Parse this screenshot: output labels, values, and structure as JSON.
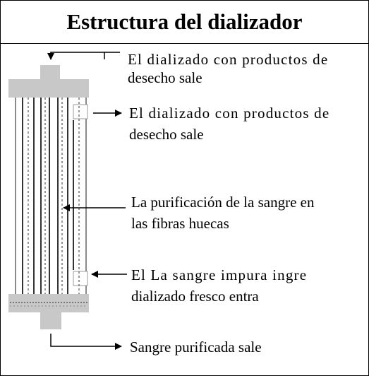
{
  "title": "Estructura del dializador",
  "labels": {
    "outlet_top_1": "El dializado con productos de",
    "outlet_top_2": "desecho sale",
    "outlet_side_1": "El dializado con productos de",
    "outlet_side_2": "desecho sale",
    "fibers_1": "La purificación de la sangre en",
    "fibers_2": "las fibras huecas",
    "inlet_1": "El La sangre impura ingre",
    "inlet_2": "dializado fresco entra",
    "bottom_1": "Sangre purificada sale"
  },
  "colors": {
    "housing": "#c8c8c8",
    "housing_dark": "#8a8a8a",
    "fiber": "#555555",
    "line": "#000000"
  }
}
